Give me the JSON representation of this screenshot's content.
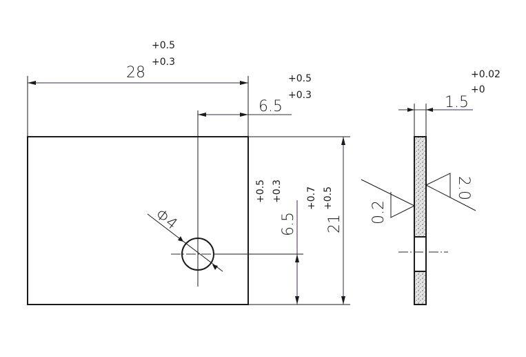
{
  "drawing": {
    "type": "engineering-part-drawing",
    "front_view": {
      "width": {
        "nominal": "28",
        "upper_tol": "+0.5",
        "lower_tol": "+0.3"
      },
      "hole_offset_x": {
        "nominal": "6.5",
        "upper_tol": "+0.5",
        "lower_tol": "+0.3"
      },
      "hole_offset_y": {
        "nominal": "6.5",
        "upper_tol": "+0.5",
        "lower_tol": "+0.3"
      },
      "height": {
        "nominal": "21",
        "upper_tol": "+0.7",
        "lower_tol": "+0.5"
      },
      "hole_diameter": {
        "label": "Φ4"
      }
    },
    "side_view": {
      "thickness": {
        "nominal": "1.5",
        "upper_tol": "+0.02",
        "lower_tol": "+0"
      },
      "surface_roughness_left": "0.2",
      "surface_roughness_right": "2.0"
    },
    "colors": {
      "line": "#1a1a1a",
      "dimension_line": "#3a2a4a",
      "hatch": "#555555"
    }
  }
}
